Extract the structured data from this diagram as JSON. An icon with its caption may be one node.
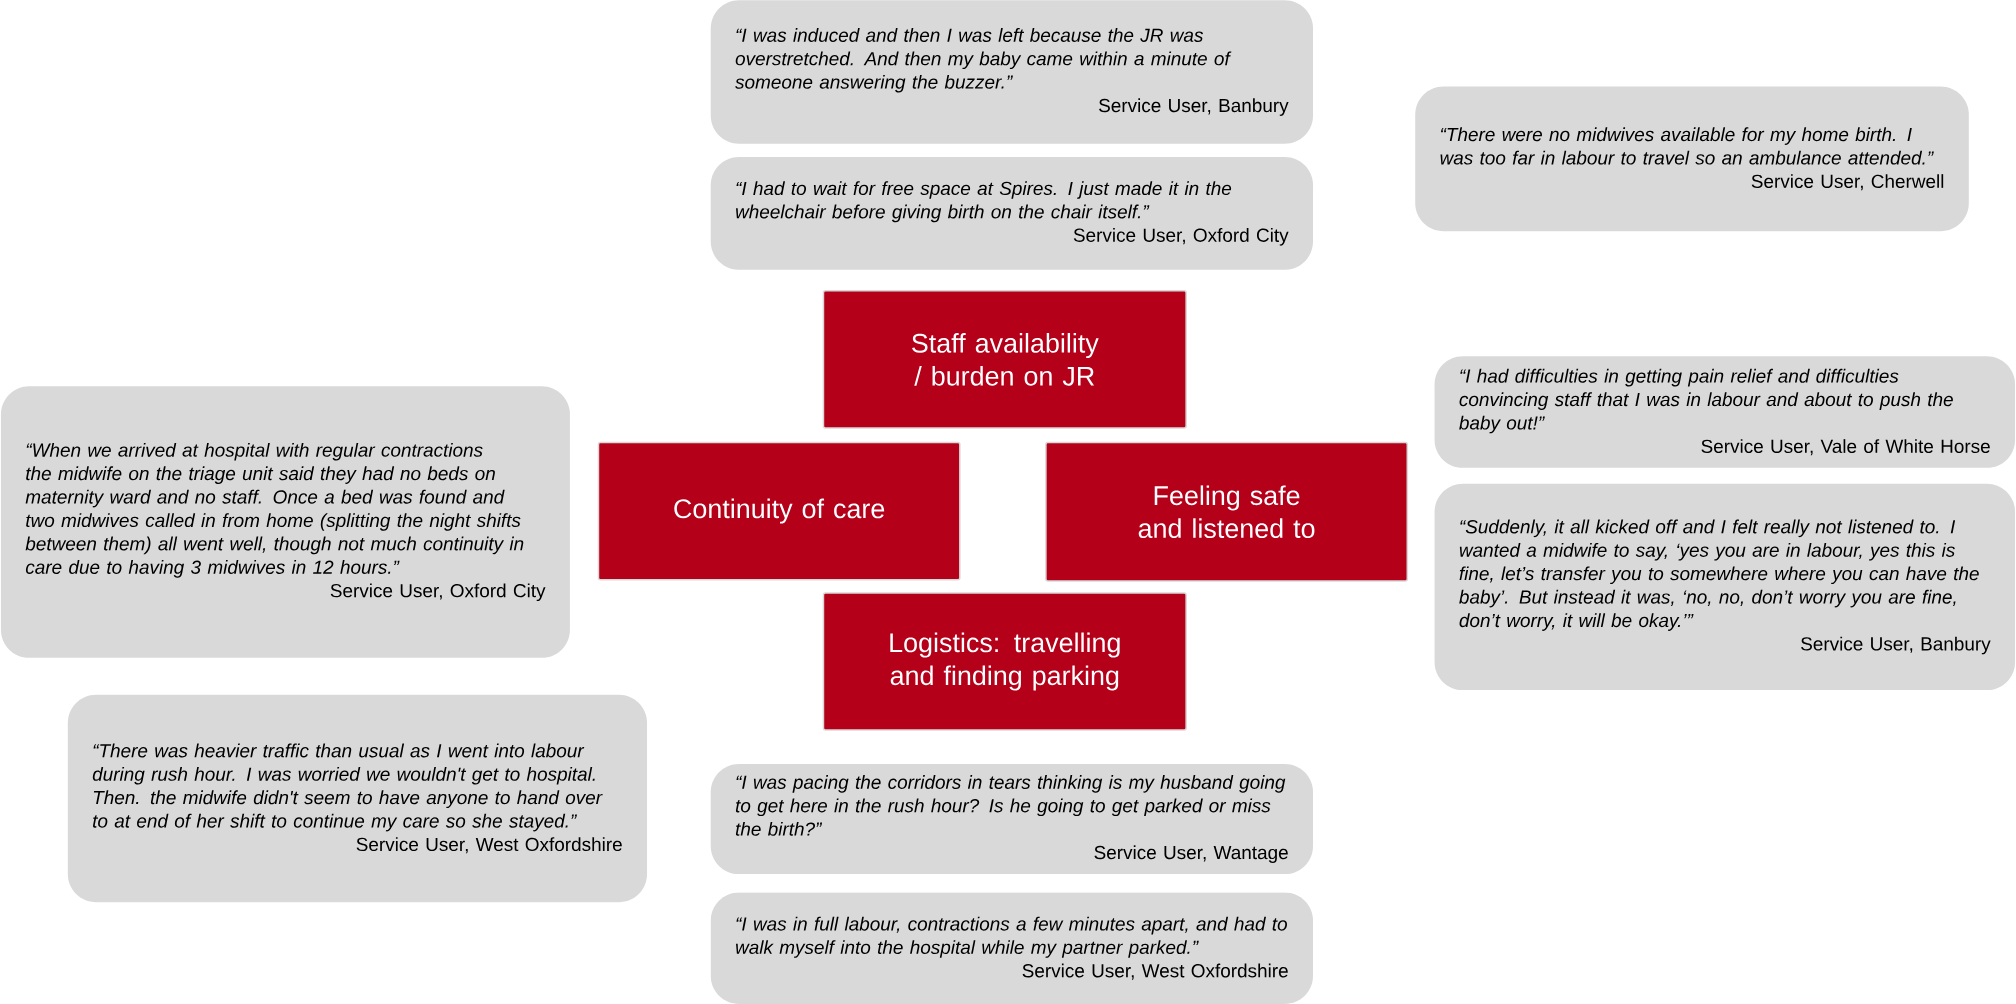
{
  "diagram": {
    "nodes": [
      {
        "text": [
          "“I was induced and then I was left because the JR was overstretched. And then my baby came within a minute of someone answering the buzzer.”",
          "Service User, Banbury"
        ]
      },
      {
        "text": [
          "“There were no midwives available for my home birth. I was too far in labour to travel so an ambulance attended.”",
          "Service User, Cherwell"
        ]
      },
      {
        "text": [
          "“I had to wait for free space at Spires. I just made it in the wheelchair before giving birth on the chair itself.”",
          "Service User, Oxford City"
        ]
      },
      {
        "text": [
          "Staff availability / burden on JR"
        ]
      },
      {
        "text": [
          "“I had difficulties in getting pain relief and difficulties convincing staff that I was in labour and about to push the baby out!”",
          "Service User, Vale of White Horse"
        ]
      },
      {
        "text": [
          "“When we arrived at hospital with regular contractions the midwife on the triage unit said they had no beds on maternity ward and no staff. Once a bed was found and two midwives called in from home (splitting the night shifts between them) all went well, though not much continuity in care due to having 3 midwives in 12 hours.”",
          "Service User, Oxford City"
        ]
      },
      {
        "text": [
          "Continuity of care"
        ]
      },
      {
        "text": [
          "Feeling safe and listened to"
        ]
      },
      {
        "text": [
          "“Suddenly, it all kicked off and I felt really not listened to. I wanted a midwife to say, ‘yes you are in labour, yes this is fine, let’s transfer you to somewhere where you can have the baby’. But instead it was, ‘no, no, don’t worry you are fine, don’t worry, it will be okay.’”",
          "Service User, Banbury"
        ]
      },
      {
        "text": [
          "Logistics: travelling and finding parking"
        ]
      },
      {
        "text": [
          "“There was heavier traffic than usual as I went into labour during rush hour. I was worried we wouldn't get to hospital. Then. the midwife didn't seem to have anyone to hand over to at end of her shift to continue my care so she stayed.”",
          "Service User, West Oxfordshire"
        ]
      },
      {
        "text": [
          "“I was pacing the corridors in tears thinking is my husband going to get here in the rush hour? Is he going to get parked or miss the birth?”",
          "Service User, Wantage"
        ]
      },
      {
        "text": [
          "“I was in full labour, contractions a few minutes apart, and had to walk myself into the hospital while my partner parked.”",
          "Service User, West Oxfordshire"
        ]
      }
    ]
  }
}
